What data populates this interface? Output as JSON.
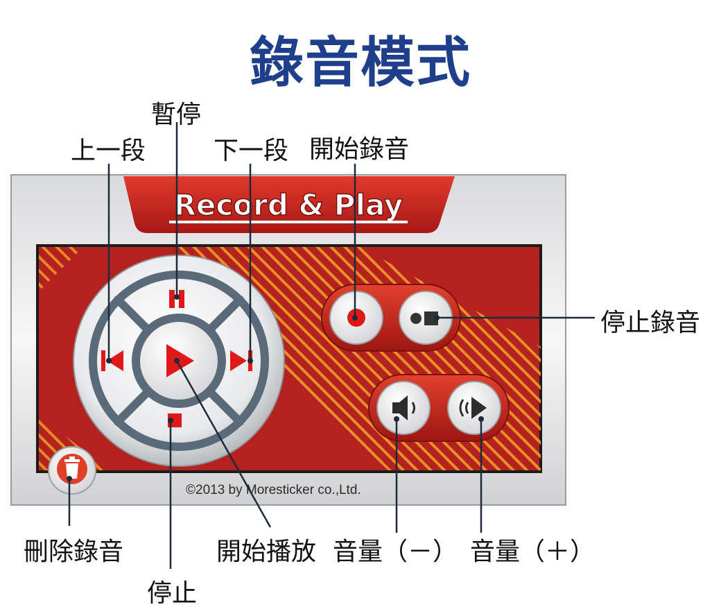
{
  "title": "錄音模式",
  "device": {
    "brand_text": "Record & Play",
    "copyright": "©2013 by Moresticker co.,Ltd."
  },
  "labels": {
    "prev_segment": "上一段",
    "pause": "暫停",
    "next_segment": "下一段",
    "start_record": "開始錄音",
    "stop_record": "停止錄音",
    "delete_record": "刪除錄音",
    "stop": "停止",
    "start_play": "開始播放",
    "volume_down": "音量（－）",
    "volume_up": "音量（＋）"
  },
  "icons": {
    "pause": "pause-icon",
    "play": "play-icon",
    "stop": "stop-icon",
    "prev": "skip-previous-icon",
    "next": "skip-next-icon",
    "record": "record-icon",
    "stop_record": "stop-record-icon",
    "volume_down": "volume-down-icon",
    "volume_up": "volume-up-icon",
    "trash": "trash-icon"
  },
  "colors": {
    "title": "#1f3f8c",
    "panel_red": "#b3221f",
    "accent_red": "#e01818",
    "ring_gray": "#5b6a78"
  }
}
